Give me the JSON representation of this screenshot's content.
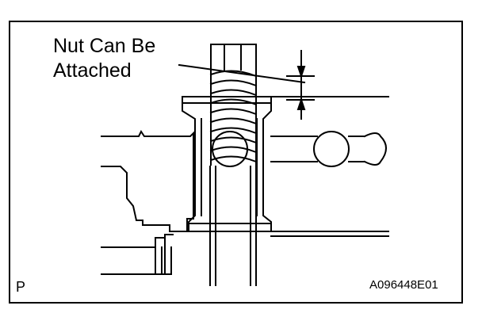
{
  "callout": {
    "line1": "Nut Can Be",
    "line2": "Attached"
  },
  "corner_label": "P",
  "figure_code": "A096448E01"
}
